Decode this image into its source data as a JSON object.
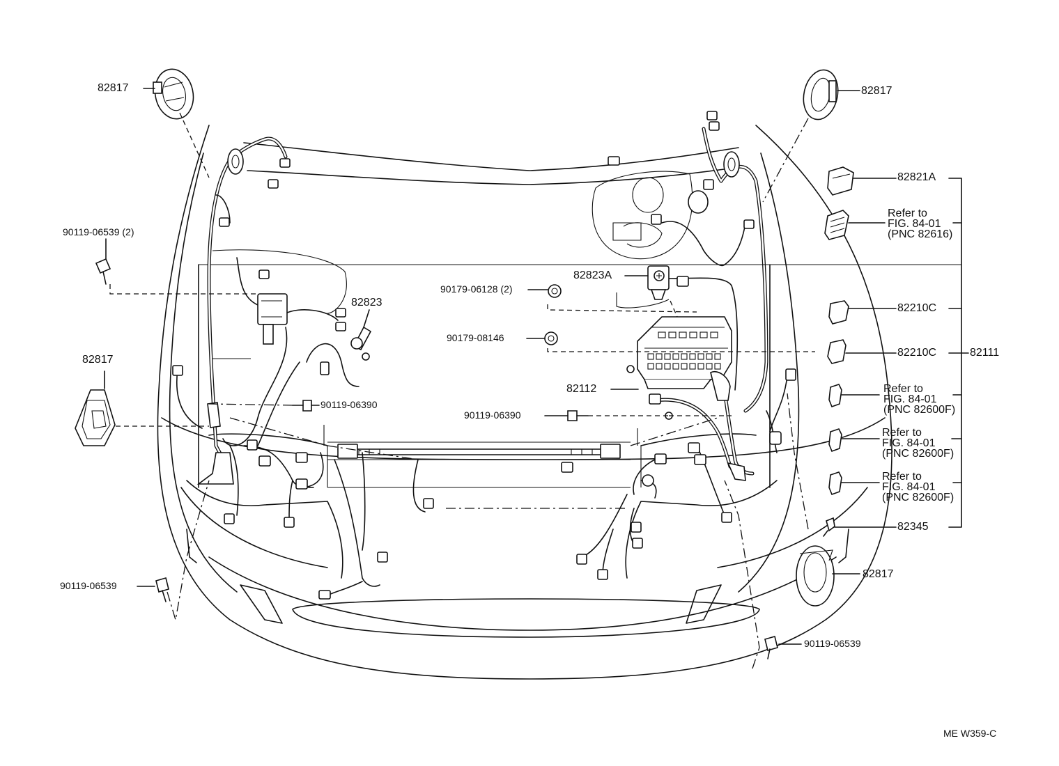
{
  "diagram_id": "ME  W359-C",
  "labels": {
    "p82817_tl": "82817",
    "p82817_tr": "82817",
    "p82817_ml": "82817",
    "p82817_br": "82817",
    "p82821A": "82821A",
    "p82823": "82823",
    "p82823A": "82823A",
    "p82112": "82112",
    "p82111": "82111",
    "p82210C_1": "82210C",
    "p82210C_2": "82210C",
    "p82345": "82345",
    "b90119_06539_2": "90119-06539 (2)",
    "b90119_06539_bl": "90119-06539",
    "b90119_06539_br": "90119-06539",
    "b90119_06390_l": "90119-06390",
    "b90119_06390_c": "90119-06390",
    "n90179_06128": "90179-06128 (2)",
    "n90179_08146": "90179-08146"
  },
  "refs": [
    {
      "line1": "Refer to",
      "line2": "FIG. 84-01",
      "line3": "(PNC 82616)"
    },
    {
      "line1": "Refer to",
      "line2": "FIG. 84-01",
      "line3": "(PNC 82600F)"
    },
    {
      "line1": "Refer to",
      "line2": "FIG. 84-01",
      "line3": "(PNC 82600F)"
    },
    {
      "line1": "Refer to",
      "line2": "FIG. 84-01",
      "line3": "(PNC 82600F)"
    }
  ]
}
